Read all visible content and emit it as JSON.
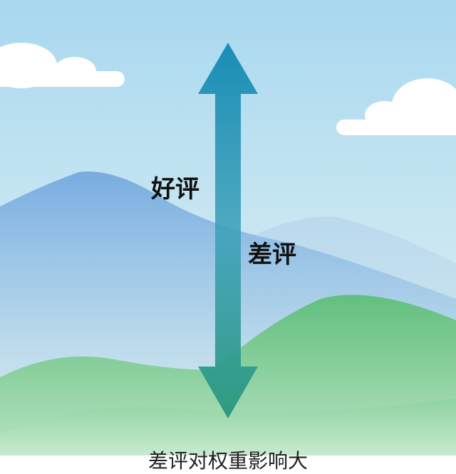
{
  "labels": {
    "good": "好评",
    "bad": "差评"
  },
  "caption": "差评对权重影响大",
  "icons": {
    "arrow": "double-headed-vertical-arrow-icon"
  },
  "colors": {
    "sky_top": "#a9d8f0",
    "sky_bottom": "#e4f3f5",
    "arrow": "#1e8fb0",
    "arrow_bottom": "#3a9a80",
    "mountain_blue": "#7fb2e0",
    "hill_green": "#6cc486"
  }
}
